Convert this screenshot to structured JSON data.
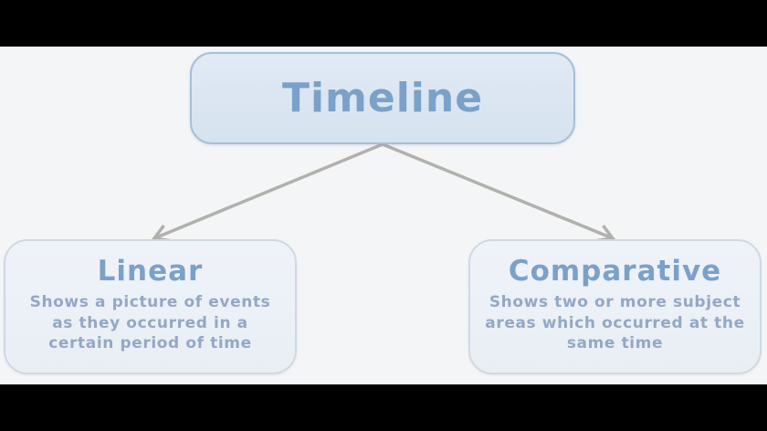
{
  "colors": {
    "letterbox": "#000000",
    "canvas_bg": "#f4f5f6",
    "node_border": "#a6bfd8",
    "child_border": "#cfd9e4",
    "title_color": "#7ba1c9",
    "body_color": "#93a8c4",
    "arrow_color": "#b2b0ad"
  },
  "diagram": {
    "root": {
      "label": "Timeline"
    },
    "children": [
      {
        "label": "Linear",
        "description": "Shows a picture of events as they occurred in a certain period of time",
        "lines": [
          "Shows a picture of events",
          "as they occurred in a",
          "certain period of time"
        ]
      },
      {
        "label": "Comparative",
        "description": "Shows two or more subject areas which occurred at the same time",
        "lines": [
          "Shows two or more subject",
          "areas which occurred at the",
          "same time"
        ]
      }
    ]
  }
}
